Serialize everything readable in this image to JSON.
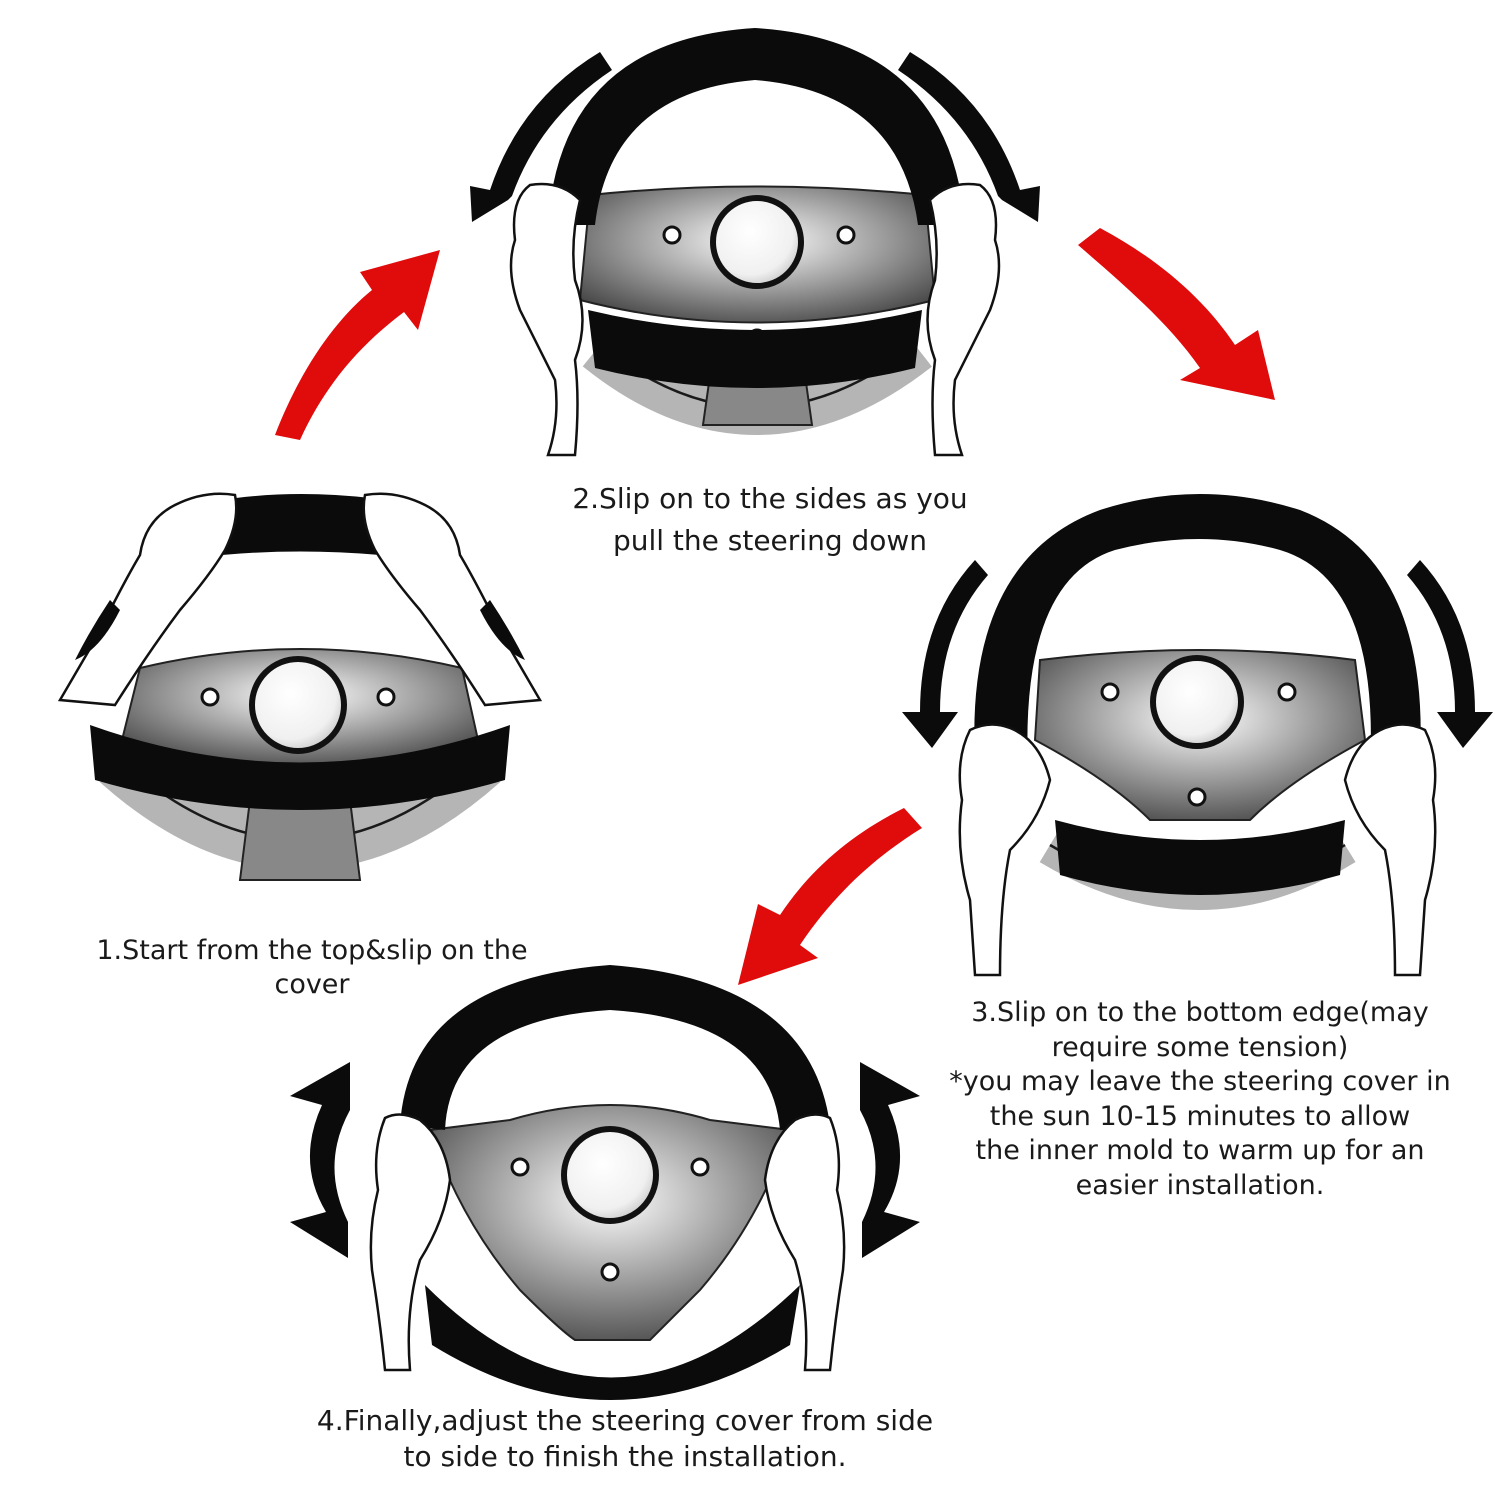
{
  "colors": {
    "background": "#ffffff",
    "transition_arrow": "#e00b0b",
    "cover": "#0b0b0b",
    "motion_arrow": "#0b0b0b",
    "wheel_rim": "#b5b5b5",
    "wheel_spokes": "#888888",
    "hub": "#f4f4f4",
    "text": "#1a1a1a"
  },
  "icons": {
    "transition": "red-curved-arrow-icon",
    "motion": "black-curved-arrow-icon",
    "wheel": "steering-wheel-icon",
    "hand": "hand-icon"
  },
  "steps": [
    {
      "lines": [
        "1.Start from the top&slip on the",
        "cover"
      ]
    },
    {
      "lines": [
        "2.Slip on to the sides as you",
        "pull the steering down"
      ]
    },
    {
      "lines": [
        "3.Slip on to the bottom edge(may",
        "require some tension)",
        "*you may leave the steering cover in",
        "the sun 10-15 minutes to allow",
        "the inner mold to warm up for an",
        "easier installation."
      ]
    },
    {
      "lines": [
        "4.Finally,adjust the steering cover from side",
        "to side to finish the installation."
      ]
    }
  ]
}
